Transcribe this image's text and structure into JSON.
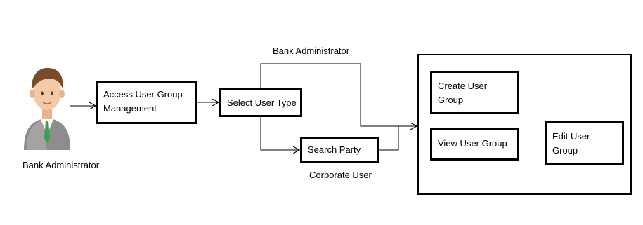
{
  "actor": {
    "label": "Bank  Administrator",
    "icon": "user-avatar-icon"
  },
  "steps": {
    "access": "Access User Group Management",
    "access_line1": "Access User Group",
    "access_line2": "Management",
    "select_type": "Select User Type",
    "search_party": "Search Party"
  },
  "branches": {
    "bank_admin": "Bank Administrator",
    "corporate_user": "Corporate User"
  },
  "actions": {
    "create_line1": "Create User",
    "create_line2": "Group",
    "view": "View User Group",
    "edit_line1": "Edit User",
    "edit_line2": "Group"
  },
  "colors": {
    "line": "#000000",
    "frame": "#e6e6e6",
    "skin": "#f3c9a6",
    "hair": "#7a4a2a",
    "suit": "#8d8d8d",
    "tie": "#3aa14a"
  }
}
